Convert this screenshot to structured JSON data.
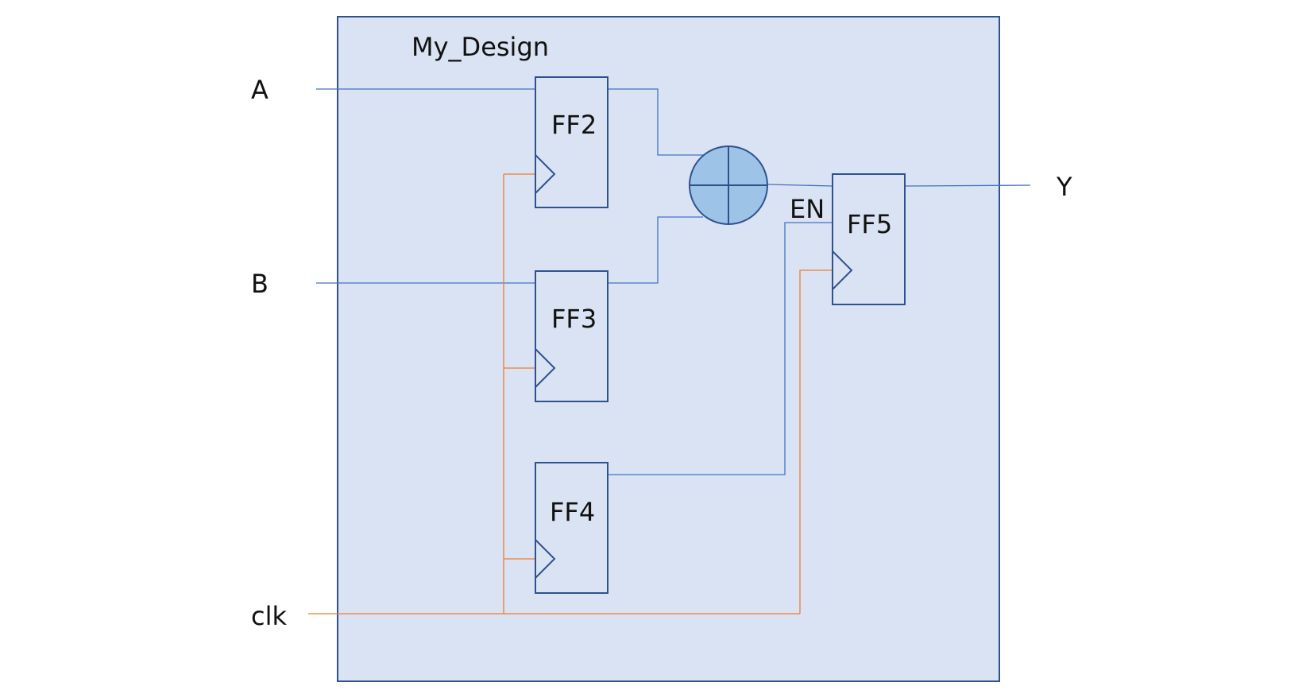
{
  "design": {
    "title": "My_Design"
  },
  "ports": {
    "input_a": "A",
    "input_b": "B",
    "clock": "clk",
    "output_y": "Y"
  },
  "flipflops": {
    "ff2": "FF2",
    "ff3": "FF3",
    "ff4": "FF4",
    "ff5": "FF5"
  },
  "enable_label": "EN",
  "colors": {
    "block_fill": "#DAE3F3",
    "block_stroke": "#2F528F",
    "data_wire": "#4472C4",
    "clock_wire": "#ED7D31",
    "gate_fill": "#9DC3E6"
  }
}
